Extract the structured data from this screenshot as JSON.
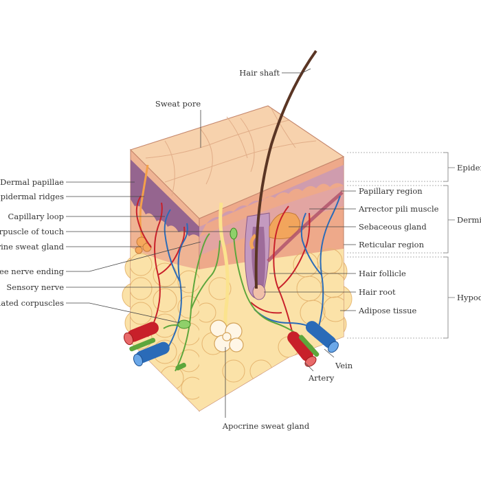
{
  "labels": {
    "hair_shaft": "Hair shaft",
    "sweat_pore": "Sweat pore",
    "dermal_papillae": "Dermal papillae",
    "epidermal_ridges": "Epidermal ridges",
    "capillary_loop": "Capillary loop",
    "corpuscle_of_touch": "Corpuscle of touch",
    "eccrine_sweat_gland": "Eccrine sweat gland",
    "free_nerve_ending": "Free nerve ending",
    "sensory_nerve": "Sensory nerve",
    "lamellated_corpuscles": "Lamellated corpuscles",
    "papillary_region": "Papillary region",
    "arrector_pili_muscle": "Arrector pili muscle",
    "sebaceous_gland": "Sebaceous gland",
    "reticular_region": "Reticular region",
    "hair_follicle": "Hair follicle",
    "hair_root": "Hair root",
    "adipose_tissue": "Adipose tissue",
    "vein": "Vein",
    "artery": "Artery",
    "apocrine_sweat_gland": "Apocrine sweat gland"
  },
  "layers": {
    "epidermis": "Epidermis",
    "dermis": "Dermis",
    "hypodermis": "Hypodermis"
  },
  "colors": {
    "epidermis_top": "#f7d2ad",
    "dermis_side": "#efb494",
    "ridges": "#8b5c8e",
    "hypodermis_fat": "#fbe2a8",
    "artery": "#c8202a",
    "vein": "#2a6bb8",
    "nerve": "#5da63c",
    "hair": "#5a3524"
  }
}
